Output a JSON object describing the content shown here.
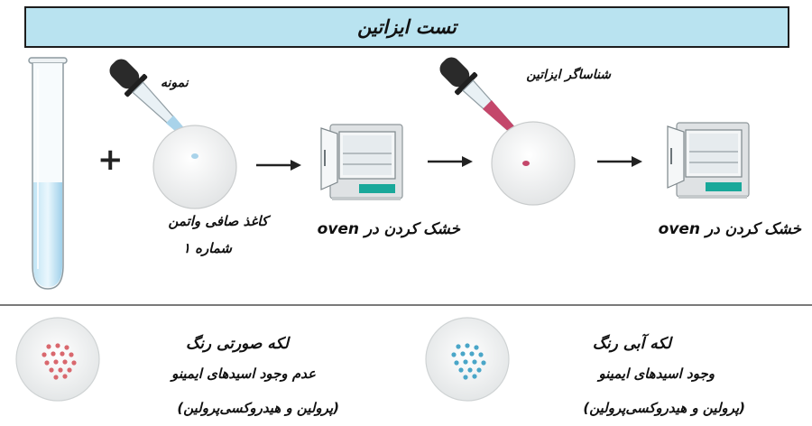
{
  "header": {
    "title": "تست ایزاتین"
  },
  "steps": {
    "sample_label": "نمونه",
    "paper_label_line1": "کاغذ صافی واتمن",
    "paper_label_line2": "شماره ۱",
    "dry_label_1": "خشک کردن در oven",
    "indicator_label": "شناساگر ایزاتین",
    "dry_label_2": "خشک کردن در oven",
    "plus_symbol": "+"
  },
  "results": {
    "left": {
      "title": "لکه صورتی رنگ",
      "line1": "عدم وجود اسیدهای ایمینو",
      "line2": "(پرولین و هیدروکسی‌پرولین)",
      "dot_color": "#d9686e"
    },
    "right": {
      "title": "لکه آبی رنگ",
      "line1": "وجود اسیدهای ایمینو",
      "line2": "(پرولین و هیدروکسی‌پرولین)",
      "dot_color": "#4aa6c8"
    }
  },
  "colors": {
    "title_bg": "#b9e3f0",
    "sample_liquid": "#a9d3ea",
    "indicator_liquid": "#c4476b",
    "oven_accent": "#19a89a"
  }
}
